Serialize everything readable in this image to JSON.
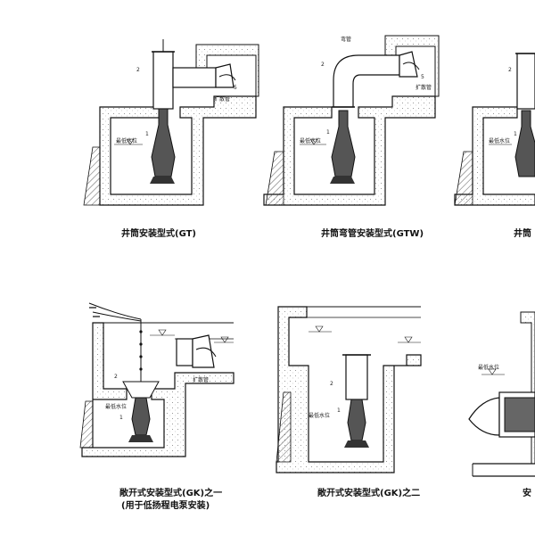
{
  "panels": [
    {
      "caption": "井筒安装型式(GT)",
      "parts": [
        "2",
        "1",
        "5"
      ],
      "labels": [
        "最低水位",
        "扩散管"
      ]
    },
    {
      "caption": "井筒弯管安装型式(GTW)",
      "parts": [
        "2",
        "1",
        "5"
      ],
      "labels": [
        "最低水位",
        "扩散管",
        "弯管"
      ]
    },
    {
      "caption": "井筒",
      "parts": [
        "2",
        "1"
      ],
      "labels": [
        "最低水位"
      ]
    },
    {
      "caption": "敞开式安装型式(GK)之一",
      "caption2": "(用于低扬程电泵安装)",
      "parts": [
        "2",
        "1"
      ],
      "labels": [
        "最低水位",
        "扩散管"
      ]
    },
    {
      "caption": "敞开式安装型式(GK)之二",
      "parts": [
        "2",
        "1"
      ],
      "labels": [
        "最低水位"
      ]
    },
    {
      "caption": "安",
      "parts": [],
      "labels": [
        "最低水位"
      ]
    }
  ],
  "colors": {
    "line": "#111111",
    "concrete": "#f4f4f4",
    "pump": "#333333",
    "water": "#111111"
  }
}
